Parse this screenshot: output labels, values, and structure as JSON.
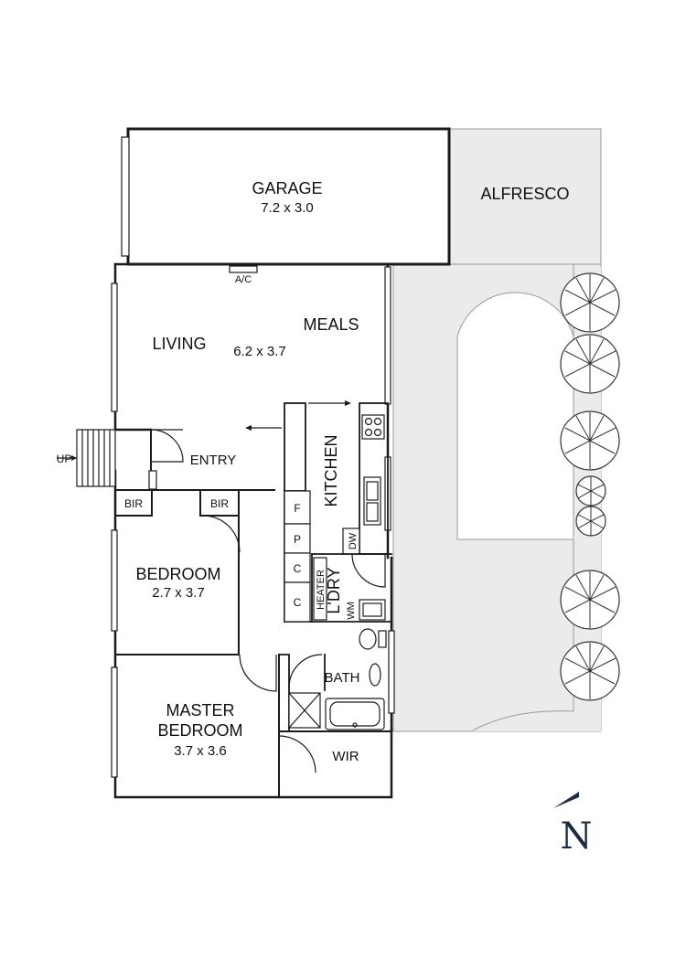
{
  "rooms": {
    "garage": {
      "name": "GARAGE",
      "size": "7.2 x 3.0"
    },
    "alfresco": {
      "name": "ALFRESCO"
    },
    "living": {
      "name": "LIVING",
      "size": "6.2 x 3.7"
    },
    "meals": {
      "name": "MEALS"
    },
    "entry": {
      "name": "ENTRY"
    },
    "kitchen": {
      "name": "KITCHEN"
    },
    "bedroom": {
      "name": "BEDROOM",
      "size": "2.7 x 3.7"
    },
    "master": {
      "name_line1": "MASTER",
      "name_line2": "BEDROOM",
      "size": "3.7 x 3.6"
    },
    "bath": {
      "name": "BATH"
    },
    "wir": {
      "name": "WIR"
    },
    "laundry": {
      "name": "L'DRY"
    }
  },
  "fixtures": {
    "ac": "A/C",
    "up": "UP",
    "bir_left": "BIR",
    "bir_right": "BIR",
    "fridge": "F",
    "pantry": "P",
    "cupboard1": "C",
    "cupboard2": "C",
    "dishwasher": "DW",
    "heater": "HEATER",
    "washing_machine": "WM"
  },
  "compass": {
    "label": "N"
  },
  "colors": {
    "wall": "#1a1a1a",
    "outdoor": "#ebebeb",
    "compass": "#1c2a44"
  }
}
